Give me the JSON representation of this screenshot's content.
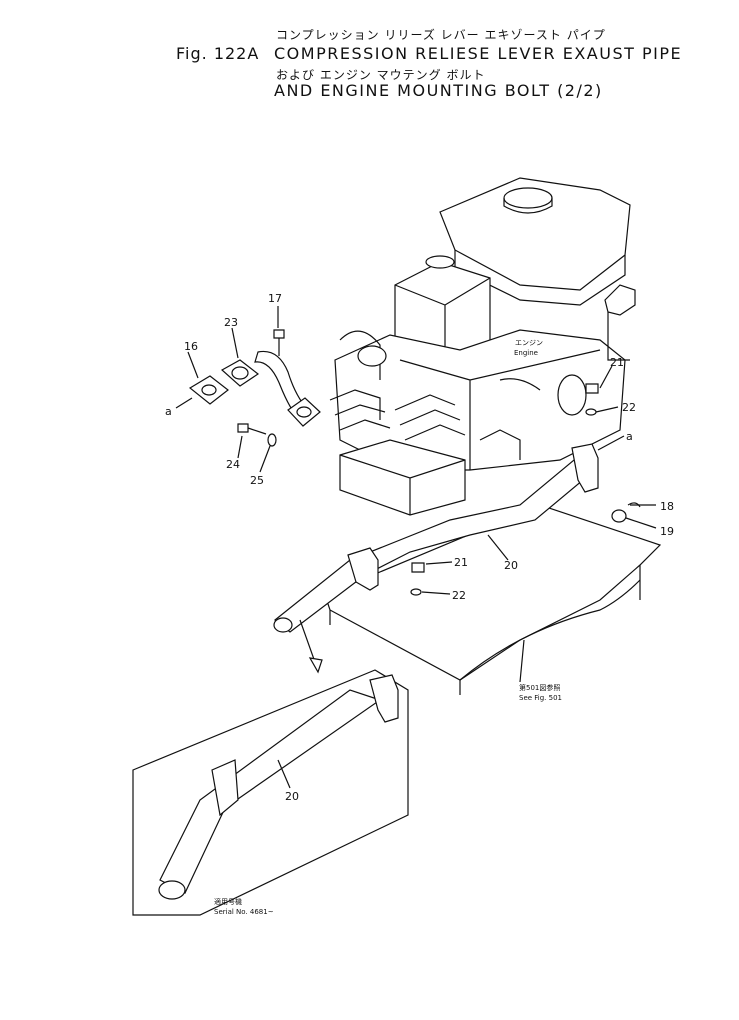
{
  "title": {
    "fig_no": "Fig. 122A",
    "jp_line1": "コンプレッション リリーズ レバー エキゾースト パイプ",
    "en_line1": "COMPRESSION RELIESE LEVER EXAUST PIPE",
    "jp_line2": "および エンジン マウテング ボルト",
    "en_line2": "AND ENGINE MOUNTING BOLT (2/2)"
  },
  "callouts": {
    "c16": "16",
    "c17": "17",
    "c23": "23",
    "c24": "24",
    "c25": "25",
    "c21a": "21",
    "c22a": "22",
    "a1": "a",
    "a2": "a",
    "c18": "18",
    "c19": "19",
    "c20a": "20",
    "c21b": "21",
    "c22b": "22",
    "c20b": "20"
  },
  "engine_label": {
    "jp": "エンジン",
    "en": "Engine"
  },
  "see_ref": {
    "jp": "第501図参照",
    "en": "See Fig. 501"
  },
  "serial": {
    "jp": "適用号機",
    "en": "Serial No. 4681~"
  }
}
